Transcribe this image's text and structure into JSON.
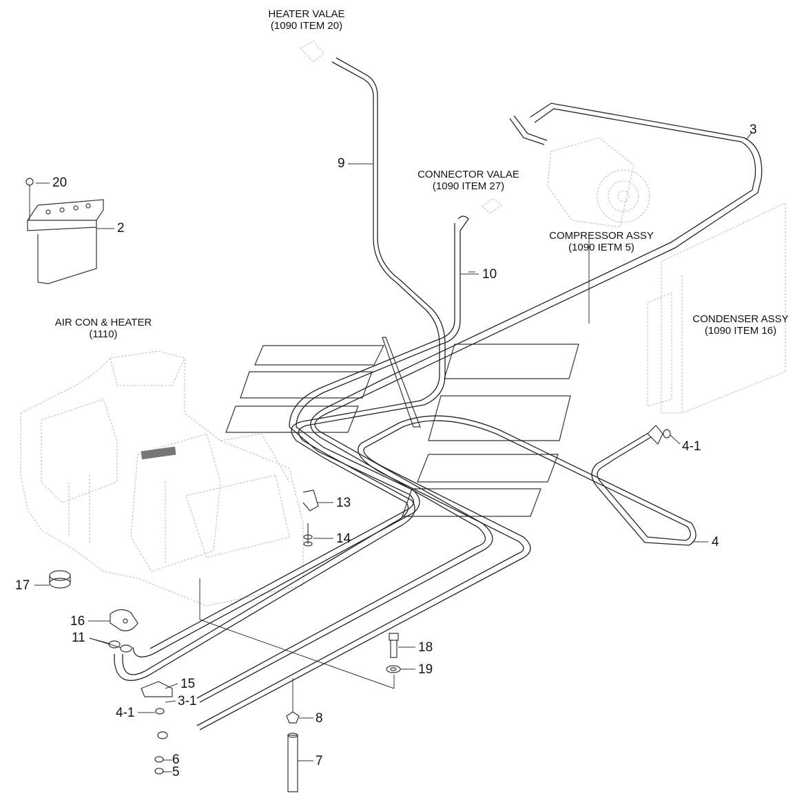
{
  "callouts": {
    "heater_valve": [
      "HEATER VALAE",
      "(1090 ITEM 20)"
    ],
    "connector_valve": [
      "CONNECTOR VALAE",
      "(1090 ITEM 27)"
    ],
    "compressor": [
      "COMPRESSOR ASSY",
      "(1090 IETM 5)"
    ],
    "air_con_heater": [
      "AIR CON & HEATER",
      "(1110)"
    ],
    "condenser": [
      "CONDENSER ASSY",
      "(1090 ITEM 16)"
    ]
  },
  "items": {
    "i20": "20",
    "i2": "2",
    "i9": "9",
    "i10": "10",
    "i3": "3",
    "i4_1_right": "4-1",
    "i4": "4",
    "i13": "13",
    "i14": "14",
    "i17": "17",
    "i16": "16",
    "i11": "11",
    "i15": "15",
    "i3_1": "3-1",
    "i4_1_left": "4-1",
    "i6": "6",
    "i5": "5",
    "i8": "8",
    "i7": "7",
    "i18": "18",
    "i19": "19"
  }
}
